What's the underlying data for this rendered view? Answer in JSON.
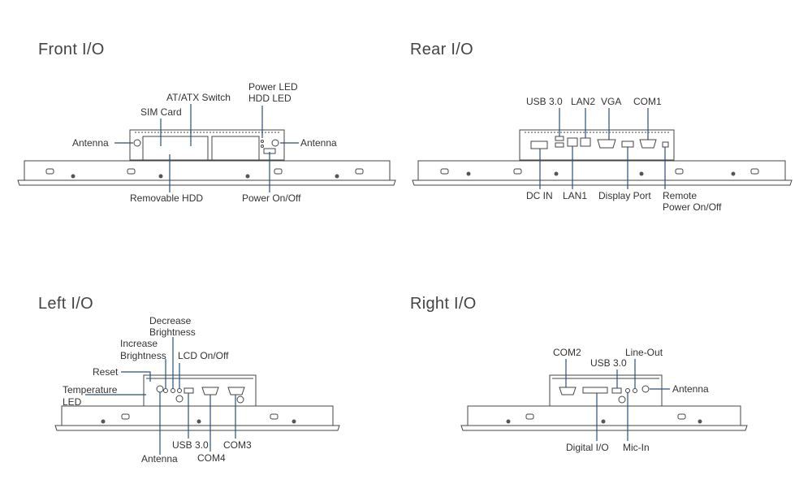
{
  "sections": {
    "front": {
      "title": "Front I/O",
      "labels": {
        "antenna_left": "Antenna",
        "sim_card": "SIM Card",
        "at_atx_switch": "AT/ATX Switch",
        "power_led": "Power LED",
        "hdd_led": "HDD LED",
        "antenna_right": "Antenna",
        "removable_hdd": "Removable HDD",
        "power_on_off": "Power On/Off"
      }
    },
    "rear": {
      "title": "Rear I/O",
      "labels": {
        "usb30": "USB 3.0",
        "lan2": "LAN2",
        "vga": "VGA",
        "com1": "COM1",
        "dc_in": "DC IN",
        "lan1": "LAN1",
        "display_port": "Display Port",
        "remote_1": "Remote",
        "remote_2": "Power On/Off"
      }
    },
    "left": {
      "title": "Left I/O",
      "labels": {
        "decrease_1": "Decrease",
        "decrease_2": "Brightness",
        "increase_1": "Increase",
        "increase_2": "Brightness",
        "lcd_on_off": "LCD On/Off",
        "reset": "Reset",
        "temp_1": "Temperature",
        "temp_2": "LED",
        "usb30": "USB 3.0",
        "com3": "COM3",
        "antenna": "Antenna",
        "com4": "COM4"
      }
    },
    "right": {
      "title": "Right I/O",
      "labels": {
        "com2": "COM2",
        "usb30": "USB 3.0",
        "line_out": "Line-Out",
        "antenna": "Antenna",
        "digital_io": "Digital I/O",
        "mic_in": "Mic-In"
      }
    }
  }
}
